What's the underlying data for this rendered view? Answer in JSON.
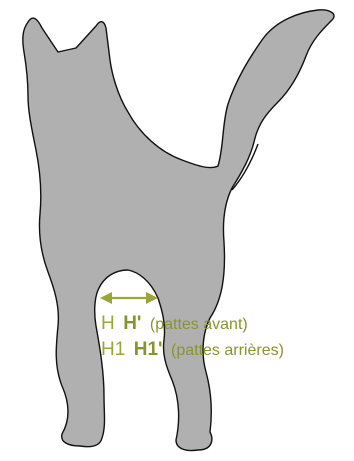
{
  "legend": {
    "row1": {
      "h": "H",
      "h_prime": "H'",
      "desc": "(pattes avant)"
    },
    "row2": {
      "h": "H1",
      "h_prime": "H1'",
      "desc": "(pattes arrières)"
    }
  },
  "colors": {
    "silhouette_fill": "#b0b0b0",
    "outline": "#111111",
    "accent": "#9aa53a"
  }
}
